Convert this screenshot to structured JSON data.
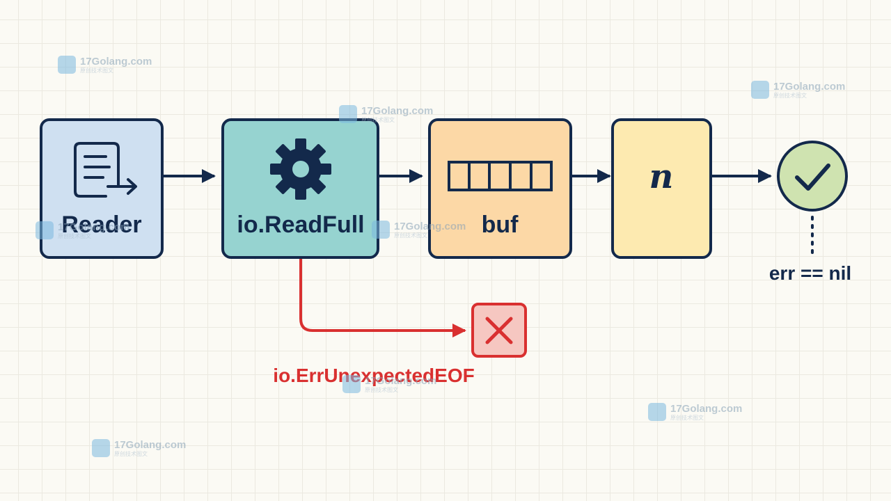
{
  "nodes": {
    "reader": {
      "label": "Reader",
      "icon": "document-arrow-icon",
      "fill": "#cfe0f1"
    },
    "readfull": {
      "label": "io.ReadFull",
      "icon": "gear-icon",
      "fill": "#96d3d0"
    },
    "buf": {
      "label": "buf",
      "icon": "buffer-cells-icon",
      "fill": "#fcd8a6"
    },
    "n": {
      "label": "n",
      "fill": "#fdeab0"
    },
    "success": {
      "icon": "check-icon",
      "fill": "#cfe3b0"
    },
    "error": {
      "icon": "cross-icon",
      "fill": "#f6c7c1"
    }
  },
  "edges": {
    "success_label": "err == nil",
    "error_label": "io.ErrUnexpectedEOF"
  },
  "colors": {
    "stroke": "#13294b",
    "error": "#d93030",
    "check": "#13294b"
  },
  "watermark": {
    "site": "17Golang.com",
    "subtitle": "原创技术图文"
  }
}
